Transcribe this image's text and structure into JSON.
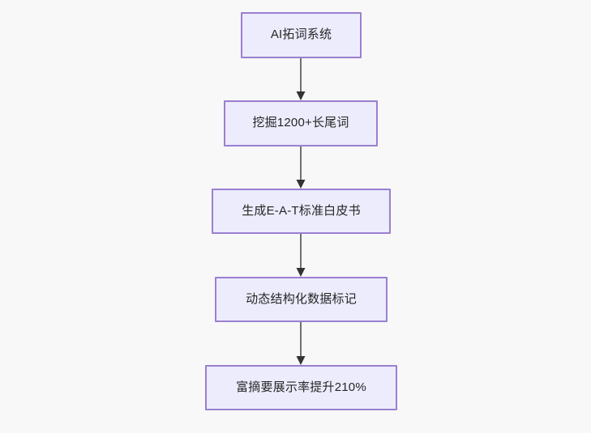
{
  "diagram": {
    "type": "flowchart",
    "direction": "top-to-bottom",
    "background_color": "#f8f8f8",
    "node_fill_color": "#ececfd",
    "node_border_color": "#9a7fd0",
    "node_text_color": "#262626",
    "edge_color": "#707070",
    "arrowhead_color": "#333333",
    "nodes": [
      {
        "id": "node-0",
        "label": "AI拓词系统"
      },
      {
        "id": "node-1",
        "label": "挖掘1200+长尾词"
      },
      {
        "id": "node-2",
        "label": "生成E-A-T标准白皮书"
      },
      {
        "id": "node-3",
        "label": "动态结构化数据标记"
      },
      {
        "id": "node-4",
        "label": "富摘要展示率提升210%"
      }
    ],
    "edges": [
      {
        "id": "edge-0",
        "from": "node-0",
        "to": "node-1",
        "label": ""
      },
      {
        "id": "edge-1",
        "from": "node-1",
        "to": "node-2",
        "label": ""
      },
      {
        "id": "edge-2",
        "from": "node-2",
        "to": "node-3",
        "label": ""
      },
      {
        "id": "edge-3",
        "from": "node-3",
        "to": "node-4",
        "label": ""
      }
    ]
  }
}
